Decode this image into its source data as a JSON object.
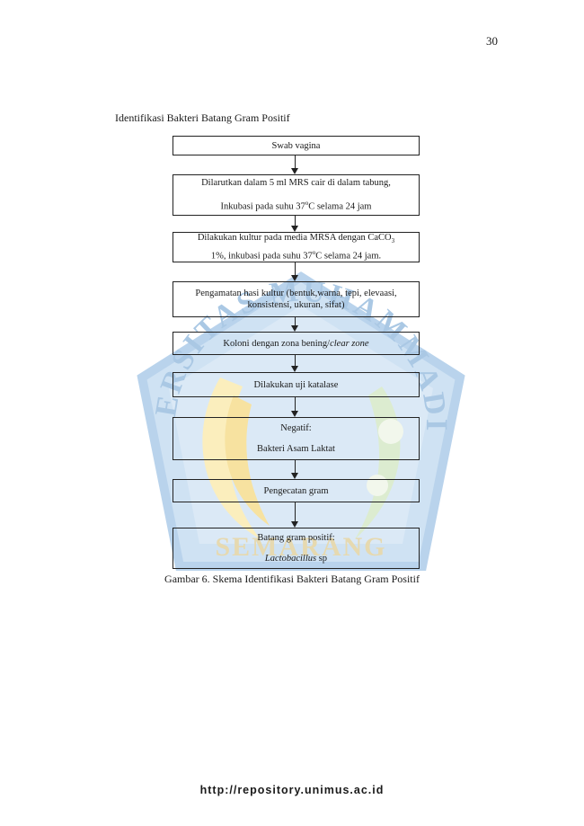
{
  "page_number": "30",
  "heading": "Identifikasi Bakteri Batang Gram Positif",
  "flowchart": {
    "boxes": {
      "swab": "Swab vagina",
      "dilute_line1": "Dilarutkan dalam 5 ml MRS cair di dalam tabung,",
      "dilute_line2_pre": "Inkubasi pada suhu 37",
      "degree_mark": "o",
      "dilute_line2_post": "C selama 24  jam",
      "culture_line1_pre": "Dilakukan kultur pada media MRSA dengan CaCO",
      "culture_subscript": "3",
      "culture_line2_pre": "1%, inkubasi pada suhu 37",
      "culture_line2_post": "C selama 24 jam.",
      "observe_line1": "Pengamatan hasi kultur (bentuk,warna, tepi, elevaasi,",
      "observe_line2": "konsistensi, ukuran, sifat)",
      "colony_pre": "Koloni dengan zona bening/",
      "colony_italic": "clear zone",
      "catalase": "Dilakukan uji katalase",
      "negative_line1": "Negatif:",
      "negative_line2": "Bakteri Asam Laktat",
      "gram_stain": "Pengecatan gram",
      "result_line1": "Batang gram positif:",
      "result_italic": "Lactobacillus",
      "result_suffix": " sp"
    }
  },
  "caption": "Gambar 6. Skema Identifikasi Bakteri Batang Gram Positif",
  "watermark": {
    "arc_text": "UNIVERSITAS MUHAMMADIYAH",
    "city": "SEMARANG",
    "colors": {
      "blue": "#cfe2f3",
      "yellow": "#fbeebd",
      "green": "#dcecd0"
    }
  },
  "footer": "http://repository.unimus.ac.id"
}
